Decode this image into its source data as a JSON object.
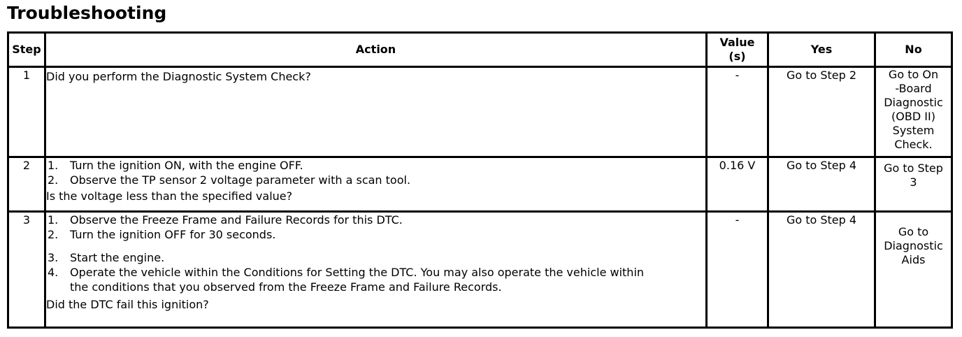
{
  "page": {
    "title": "Troubleshooting"
  },
  "table": {
    "headers": {
      "step": "Step",
      "action": "Action",
      "value_line1": "Value",
      "value_line2": "(s)",
      "yes": "Yes",
      "no": "No"
    },
    "rows": [
      {
        "step": "1",
        "question": "Did you perform the Diagnostic System Check?",
        "value": "-",
        "yes": "Go to Step 2",
        "no_lines": [
          "Go to On",
          "-Board",
          "Diagnostic",
          "(OBD II)",
          "System",
          "Check."
        ]
      },
      {
        "step": "2",
        "steps": [
          {
            "num": "1.",
            "text": "Turn the ignition ON, with the engine OFF."
          },
          {
            "num": "2.",
            "text": "Observe the TP sensor 2 voltage parameter with a scan tool."
          }
        ],
        "question": "Is the voltage less than the specified value?",
        "value": "0.16 V",
        "yes": "Go to Step 4",
        "no_lines": [
          "Go to Step",
          "3"
        ]
      },
      {
        "step": "3",
        "steps": [
          {
            "num": "1.",
            "text": "Observe the Freeze Frame and Failure Records for this DTC."
          },
          {
            "num": "2.",
            "text": "Turn the ignition OFF for 30 seconds."
          },
          {
            "num": "3.",
            "text": "Start the engine."
          },
          {
            "num": "4.",
            "text": "Operate the vehicle within the Conditions for Setting the DTC. You may also operate the vehicle within the conditions that you observed from the Freeze Frame and Failure Records."
          }
        ],
        "question": "Did the DTC fail this ignition?",
        "value": "-",
        "yes": "Go to Step 4",
        "no_lines": [
          "Go to",
          "Diagnostic",
          "Aids"
        ]
      }
    ]
  }
}
